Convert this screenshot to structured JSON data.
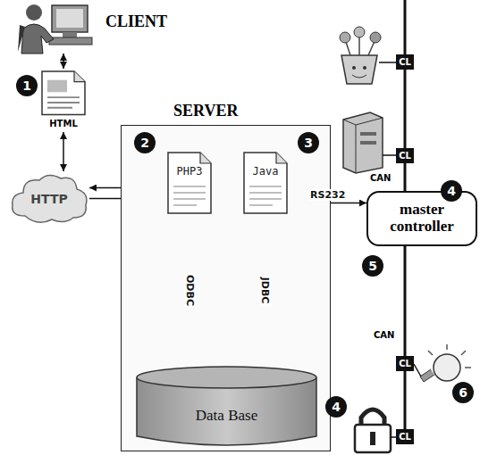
{
  "diagram": {
    "nodes": [
      {
        "text": [
          "HTML"
        ]
      },
      {
        "text": [
          "HTTP"
        ]
      },
      {
        "text": [
          "SERVER"
        ]
      },
      {
        "text": [
          "PHP3"
        ],
        "in": 2
      },
      {
        "text": [
          "Java"
        ],
        "in": 2
      },
      {
        "text": [
          "Data Base"
        ],
        "in": 2
      },
      {
        "text": [
          "master controller"
        ]
      },
      {
        "text": [
          "CL"
        ]
      },
      {
        "text": [
          "CL"
        ]
      },
      {
        "text": [
          "CL"
        ]
      },
      {
        "text": [
          "CL"
        ]
      }
    ],
    "edges": [
      {
        "from": 0,
        "to": 1,
        "arrow": "both"
      },
      {
        "from": 3,
        "to": 1,
        "arrow": "to"
      },
      {
        "from": 1,
        "to": 3,
        "arrow": "to"
      },
      {
        "from": 3,
        "to": 5,
        "label": "ODBC",
        "arrow": "both"
      },
      {
        "from": 4,
        "to": 5,
        "label": "JDBC",
        "arrow": "both"
      },
      {
        "from": 4,
        "to": 6,
        "label": "RS232",
        "arrow": "both"
      },
      {
        "from": 7,
        "to": 8,
        "arrow": "none"
      },
      {
        "from": 8,
        "to": 6,
        "arrow": "none"
      },
      {
        "from": 6,
        "to": 9,
        "arrow": "none"
      },
      {
        "from": 9,
        "to": 10,
        "arrow": "none"
      }
    ],
    "labels": [
      "CLIENT",
      "1",
      "2",
      "3",
      "4",
      "4",
      "CAN",
      "5",
      "CAN",
      "6"
    ]
  }
}
